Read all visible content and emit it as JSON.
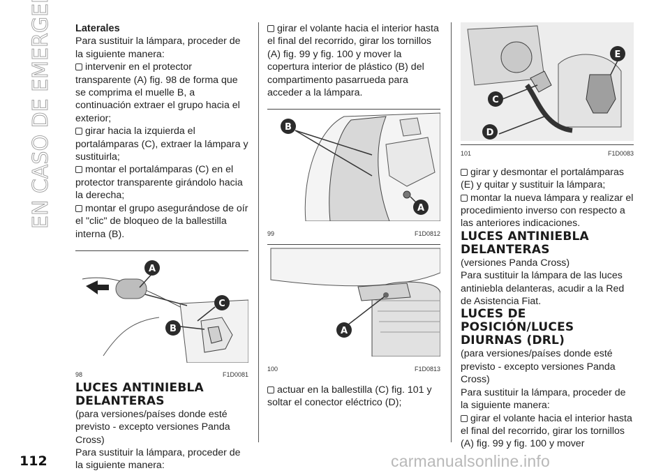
{
  "side_title": "EN CASO DE EMERGENCIA",
  "page_number": "112",
  "watermark": "carmanualsonline.info",
  "col1": {
    "heading": "Laterales",
    "intro": "Para sustituir la lámpara, proceder de la siguiente manera:",
    "bullets": [
      "intervenir en el protector transparente (A) fig. 98 de forma que se comprima el muelle B, a continuación extraer el grupo hacia el exterior;",
      "girar hacia la izquierda el portalámparas (C), extraer la lámpara y sustituirla;",
      "montar el portalámparas (C) en el protector transparente girándolo hacia la derecha;",
      "montar el grupo asegurándose de oír el \"clic\" de bloqueo de la ballestilla interna (B)."
    ],
    "figure": {
      "number": "98",
      "code": "F1D0081",
      "labels": [
        "A",
        "C",
        "B"
      ]
    },
    "section_heading": "LUCES ANTINIEBLA DELANTERAS",
    "section_sub": "(para versiones/países donde esté previsto - excepto versiones Panda Cross)",
    "section_text": "Para sustituir la lámpara, proceder de la siguiente manera:"
  },
  "col2": {
    "bullet_top": "girar el volante hacia el interior hasta el final del recorrido, girar los tornillos (A) fig. 99 y fig. 100 y mover la copertura interior de plástico (B) del compartimento pasarrueda para acceder a la lámpara.",
    "figure1": {
      "number": "99",
      "code": "F1D0812",
      "labels": [
        "B",
        "A"
      ]
    },
    "figure2": {
      "number": "100",
      "code": "F1D0813",
      "labels": [
        "A"
      ]
    },
    "bullet_bottom": "actuar en la ballestilla (C) fig. 101 y soltar el conector eléctrico (D);"
  },
  "col3": {
    "figure": {
      "number": "101",
      "code": "F1D0083",
      "labels": [
        "E",
        "C",
        "D"
      ]
    },
    "bullets": [
      "girar y desmontar el portalámparas (E) y quitar y sustituir la lámpara;",
      "montar la nueva lámpara y realizar el procedimiento inverso con respecto a las anteriores indicaciones."
    ],
    "heading1": "LUCES ANTINIEBLA DELANTERAS",
    "heading1_sub": "(versiones Panda Cross)",
    "heading1_text": "Para sustituir la lámpara de las luces antiniebla delanteras, acudir a la Red de Asistencia Fiat.",
    "heading2": "LUCES DE POSICIÓN/LUCES DIURNAS (DRL)",
    "heading2_sub": "(para versiones/países donde esté previsto - excepto versiones Panda Cross)",
    "heading2_text": "Para sustituir la lámpara, proceder de la siguiente manera:",
    "bullet_last": "girar el volante hacia el interior hasta el final del recorrido, girar los tornillos (A) fig. 99 y fig. 100 y mover"
  }
}
